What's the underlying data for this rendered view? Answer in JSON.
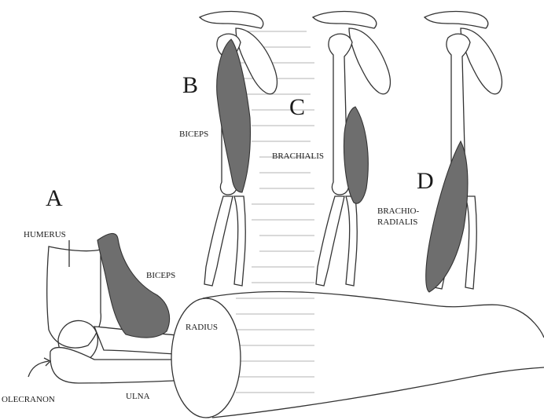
{
  "panels": {
    "a": {
      "letter": "A"
    },
    "b": {
      "letter": "B"
    },
    "c": {
      "letter": "C"
    },
    "d": {
      "letter": "D"
    }
  },
  "labels": {
    "humerus": "HUMERUS",
    "biceps_a": "BICEPS",
    "radius": "RADIUS",
    "ulna": "ULNA",
    "olecranon": "OLECRANON",
    "biceps_b": "BICEPS",
    "brachialis": "BRACHIALIS",
    "brachioradialis_line1": "BRACHIO-",
    "brachioradialis_line2": "RADIALIS"
  },
  "colors": {
    "muscle": "#6e6e6e",
    "bone_outline": "#333333",
    "background": "#ffffff"
  }
}
